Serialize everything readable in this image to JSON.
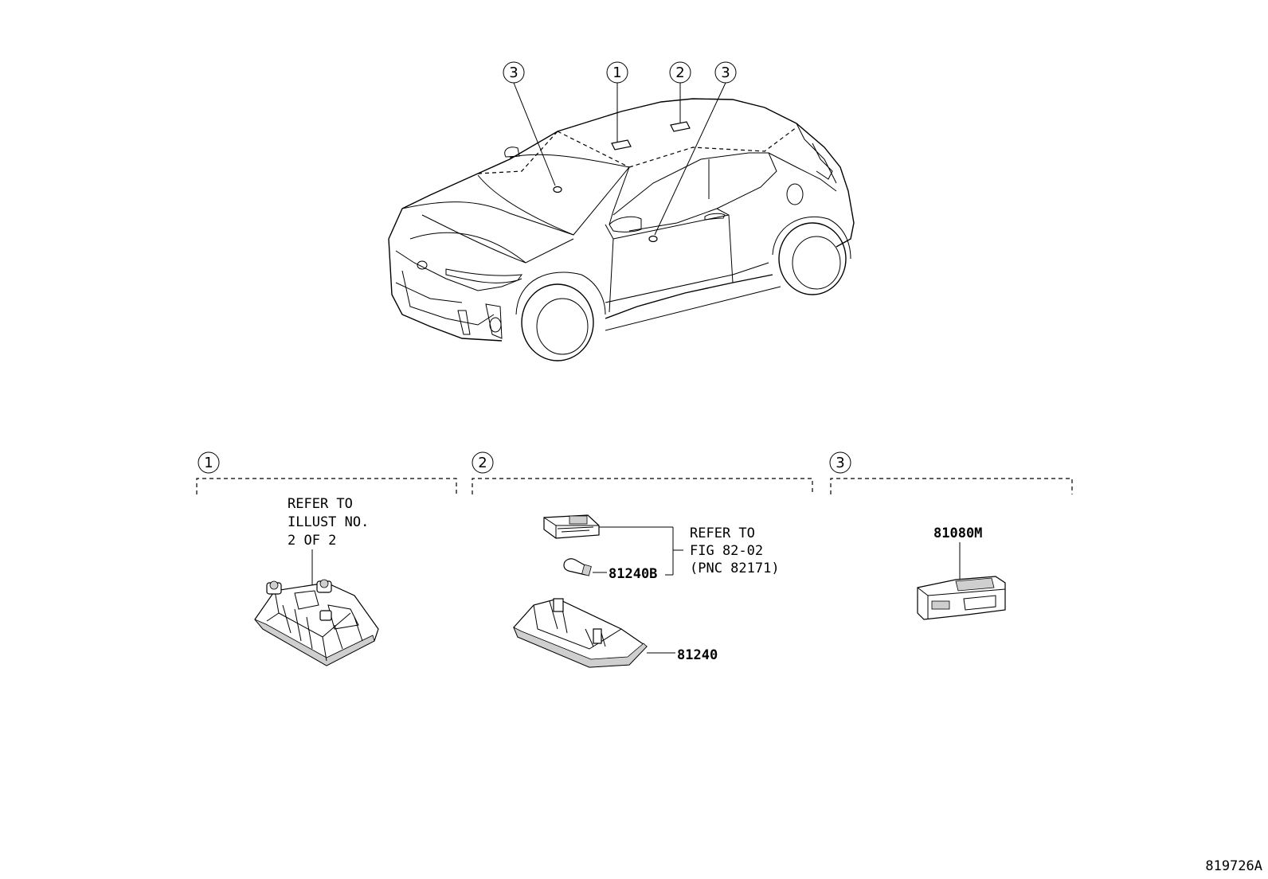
{
  "callouts": {
    "c1": "1",
    "c2": "2",
    "c3": "3"
  },
  "section1": {
    "number": "1",
    "refer_line1": "REFER TO",
    "refer_line2": "ILLUST NO.",
    "refer_line3": "2 OF 2"
  },
  "section2": {
    "number": "2",
    "refer_line1": "REFER TO",
    "refer_line2": "FIG 82-02",
    "refer_line3": "(PNC 82171)",
    "part_bulb": "81240B",
    "part_lamp": "81240"
  },
  "section3": {
    "number": "3",
    "part_sensor": "81080M"
  },
  "illustration_id": "819726A"
}
